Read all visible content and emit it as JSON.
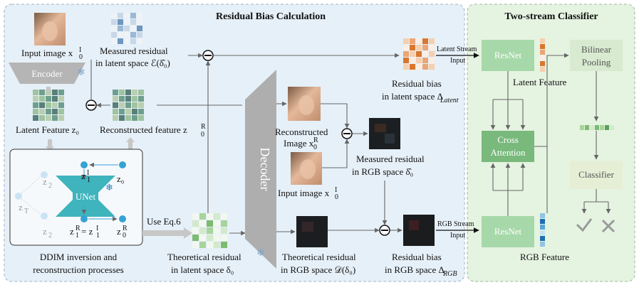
{
  "sections": {
    "left_title": "Residual Bias Calculation",
    "right_title": "Two-stream Classifier"
  },
  "labels": {
    "input_image_top": "Input image x",
    "measured_residual_latent_1": "Measured residual",
    "measured_residual_latent_2": "in latent space ℰ(δ̂₀)",
    "encoder": "Encoder",
    "latent_feature": "Latent Feature z₀",
    "reconstructed_feature": "Reconstructed feature  z",
    "ddim_1": "DDIM inversion and",
    "ddim_2": "reconstruction processes",
    "unet": "UNet",
    "use_eq": "Use Eq.6",
    "theoretical_latent_1": "Theoretical residual",
    "theoretical_latent_2": "in latent space δ₀",
    "decoder": "Decoder",
    "reconstructed_image_1": "Reconstructed",
    "reconstructed_image_2": "Image x",
    "input_image_mid": "Input image x",
    "measured_rgb_1": "Measured residual",
    "measured_rgb_2": "in RGB space δ̂₀",
    "theoretical_rgb_1": "Theoretical residual",
    "theoretical_rgb_2": "in RGB space 𝒟(δ₀)",
    "bias_latent_1": "Residual bias",
    "bias_latent_2": "in latent space Δ",
    "bias_latent_sub": "Latent",
    "bias_rgb_1": "Residual bias",
    "bias_rgb_2": "in RGB space Δ",
    "bias_rgb_sub": "RGB",
    "latent_stream_1": "Latent Stream",
    "latent_stream_2": "Input",
    "rgb_stream_1": "RGB Stream",
    "rgb_stream_2": "Input",
    "resnet_top": "ResNet",
    "resnet_bottom": "ResNet",
    "latent_feature_right": "Latent Feature",
    "rgb_feature": "RGB Feature",
    "cross_attention_1": "Cross",
    "cross_attention_2": "Attention",
    "bilinear_1": "Bilinear",
    "bilinear_2": "Pooling",
    "classifier": "Classifier",
    "z0": "z₀",
    "z1I": "z",
    "z2I": "z",
    "zTI": "z",
    "z2R": "z",
    "z1R_eq": "z",
    "z0R": "z"
  },
  "colors": {
    "left_panel": "#e6f0f8",
    "right_panel": "#e5f3e1",
    "encoder": "#b5b5b5",
    "decoder": "#aeaeae",
    "resnet": "#a7d8a9",
    "cross_attention": "#79b97c",
    "unet": "#3fb4bd",
    "node": "#36a2d3",
    "orange_grid": "#e2813a",
    "green_grid": "#8dc68c",
    "blue_grid": "#7ea6cb"
  },
  "icons": [
    "snowflake-icon",
    "check-icon",
    "cross-icon",
    "minus-circle-icon"
  ]
}
